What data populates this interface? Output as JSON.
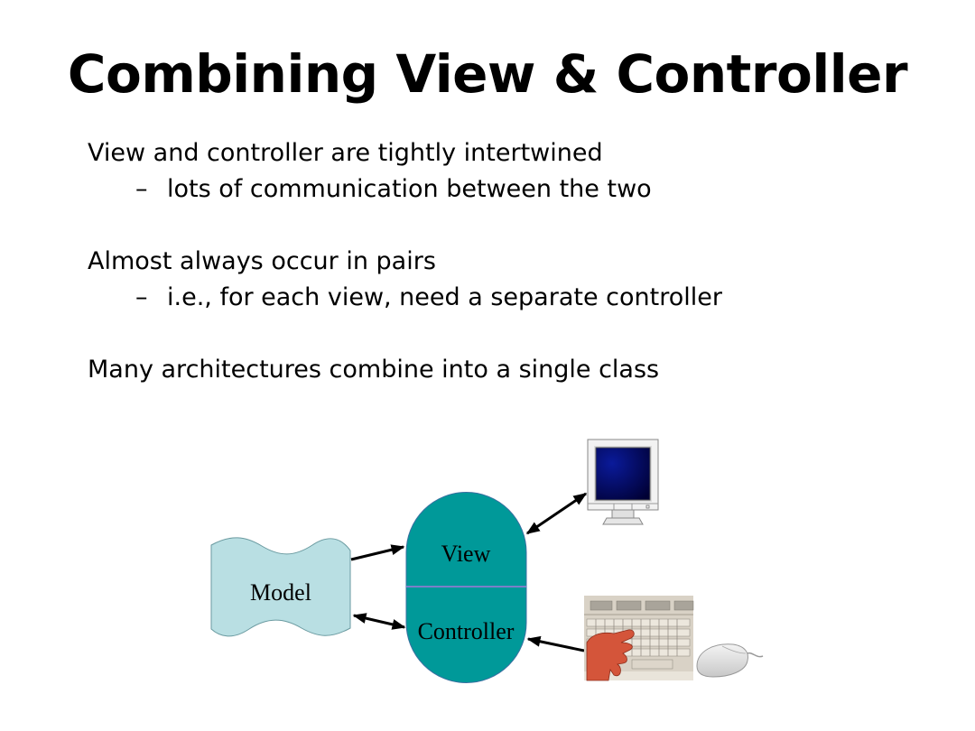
{
  "slide": {
    "title": "Combining View & Controller",
    "bullets": [
      {
        "level": 1,
        "text": "View and controller are tightly intertwined"
      },
      {
        "level": 2,
        "marker": "–",
        "text": "lots of communication between the two"
      },
      {
        "level": 1,
        "text": "Almost always occur in pairs"
      },
      {
        "level": 2,
        "marker": "–",
        "text": "i.e., for each view, need a separate controller"
      },
      {
        "level": 1,
        "text": "Many architectures combine into a single class"
      }
    ]
  },
  "diagram": {
    "nodes": {
      "model": {
        "label": "Model",
        "color": "#B9DFE3"
      },
      "view": {
        "label": "View",
        "color": "#009999"
      },
      "controller": {
        "label": "Controller",
        "color": "#009999"
      },
      "display": {
        "icon": "monitor-icon"
      },
      "input": {
        "icon": "keyboard-mouse-icon"
      }
    },
    "edges": [
      {
        "from": "model",
        "to": "view",
        "direction": "one-way"
      },
      {
        "from": "model",
        "to": "controller",
        "direction": "two-way"
      },
      {
        "from": "view",
        "to": "display",
        "direction": "two-way"
      },
      {
        "from": "input",
        "to": "controller",
        "direction": "one-way"
      }
    ],
    "divider_color": "#7B7FC8",
    "arrow_color": "#000000",
    "monitor_screen_color": "#000066"
  }
}
